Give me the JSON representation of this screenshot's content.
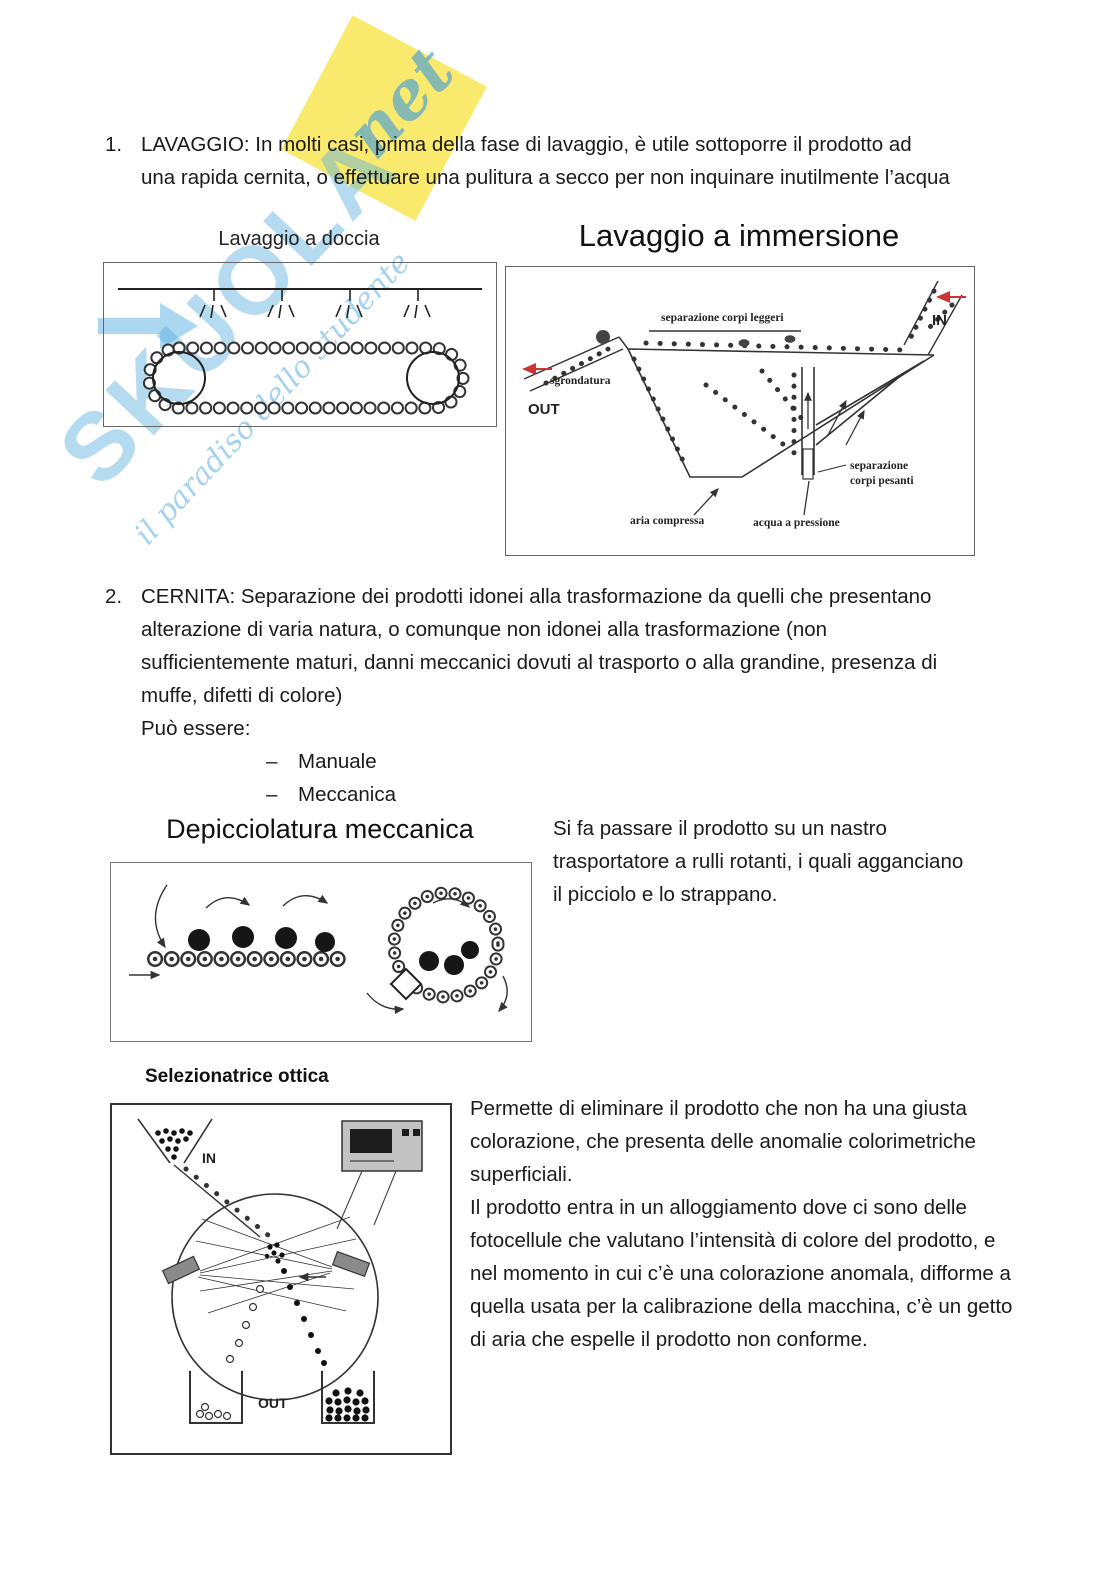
{
  "watermark": {
    "brand": "SKUOLA",
    "net": "net",
    "tagline": "il paradiso dello studente"
  },
  "sections": {
    "lavaggio": {
      "number": "1.",
      "text": "LAVAGGIO: In molti casi, prima della fase di lavaggio, è utile sottoporre il prodotto ad una rapida cernita, o effettuare una pulitura a secco per non inquinare inutilmente l’acqua"
    },
    "cernita": {
      "number": "2.",
      "text": "CERNITA: Separazione dei prodotti idonei alla trasformazione da quelli che presentano alterazione di varia natura, o comunque non idonei alla trasformazione (non sufficientemente maturi, danni meccanici dovuti al trasporto o alla grandine, presenza di muffe, difetti di colore)",
      "puo_essere": "Può essere:",
      "bullets": [
        {
          "dash": "–",
          "label": "Manuale"
        },
        {
          "dash": "–",
          "label": "Meccanica"
        }
      ]
    }
  },
  "figures": {
    "doccia": {
      "caption": "Lavaggio a doccia"
    },
    "immersione": {
      "title": "Lavaggio a immersione",
      "labels": {
        "corpi_leggeri": "separazione corpi leggeri",
        "in": "IN",
        "sgrondatura": "sgrondatura",
        "out": "OUT",
        "separazione": "separazione",
        "corpi_pesanti": "corpi pesanti",
        "aria_compressa": "aria compressa",
        "acqua_pressione": "acqua a pressione"
      }
    },
    "depicciolatura": {
      "title": "Depicciolatura meccanica",
      "description": "Si fa passare il prodotto su un nastro trasportatore a rulli rotanti, i quali agganciano il picciolo e lo strappano."
    },
    "selezionatrice": {
      "title": "Selezionatrice ottica",
      "labels": {
        "in": "IN",
        "out": "OUT"
      },
      "description_1": "Permette di eliminare il prodotto che non ha una giusta colorazione, che presenta delle anomalie colorimetriche superficiali.",
      "description_2": "Il prodotto entra in un alloggiamento dove ci sono delle fotocellule che valutano l’intensità di colore del prodotto, e nel momento in cui c’è una colorazione anomala, difforme a quella usata per la calibrazione della macchina, c’è un getto di aria che espelle il prodotto non conforme."
    }
  },
  "colors": {
    "accent_red": "#cc3333",
    "watermark_blue": "#5aafe1",
    "watermark_yellow": "#f8e348",
    "text": "#1b1b1b"
  }
}
